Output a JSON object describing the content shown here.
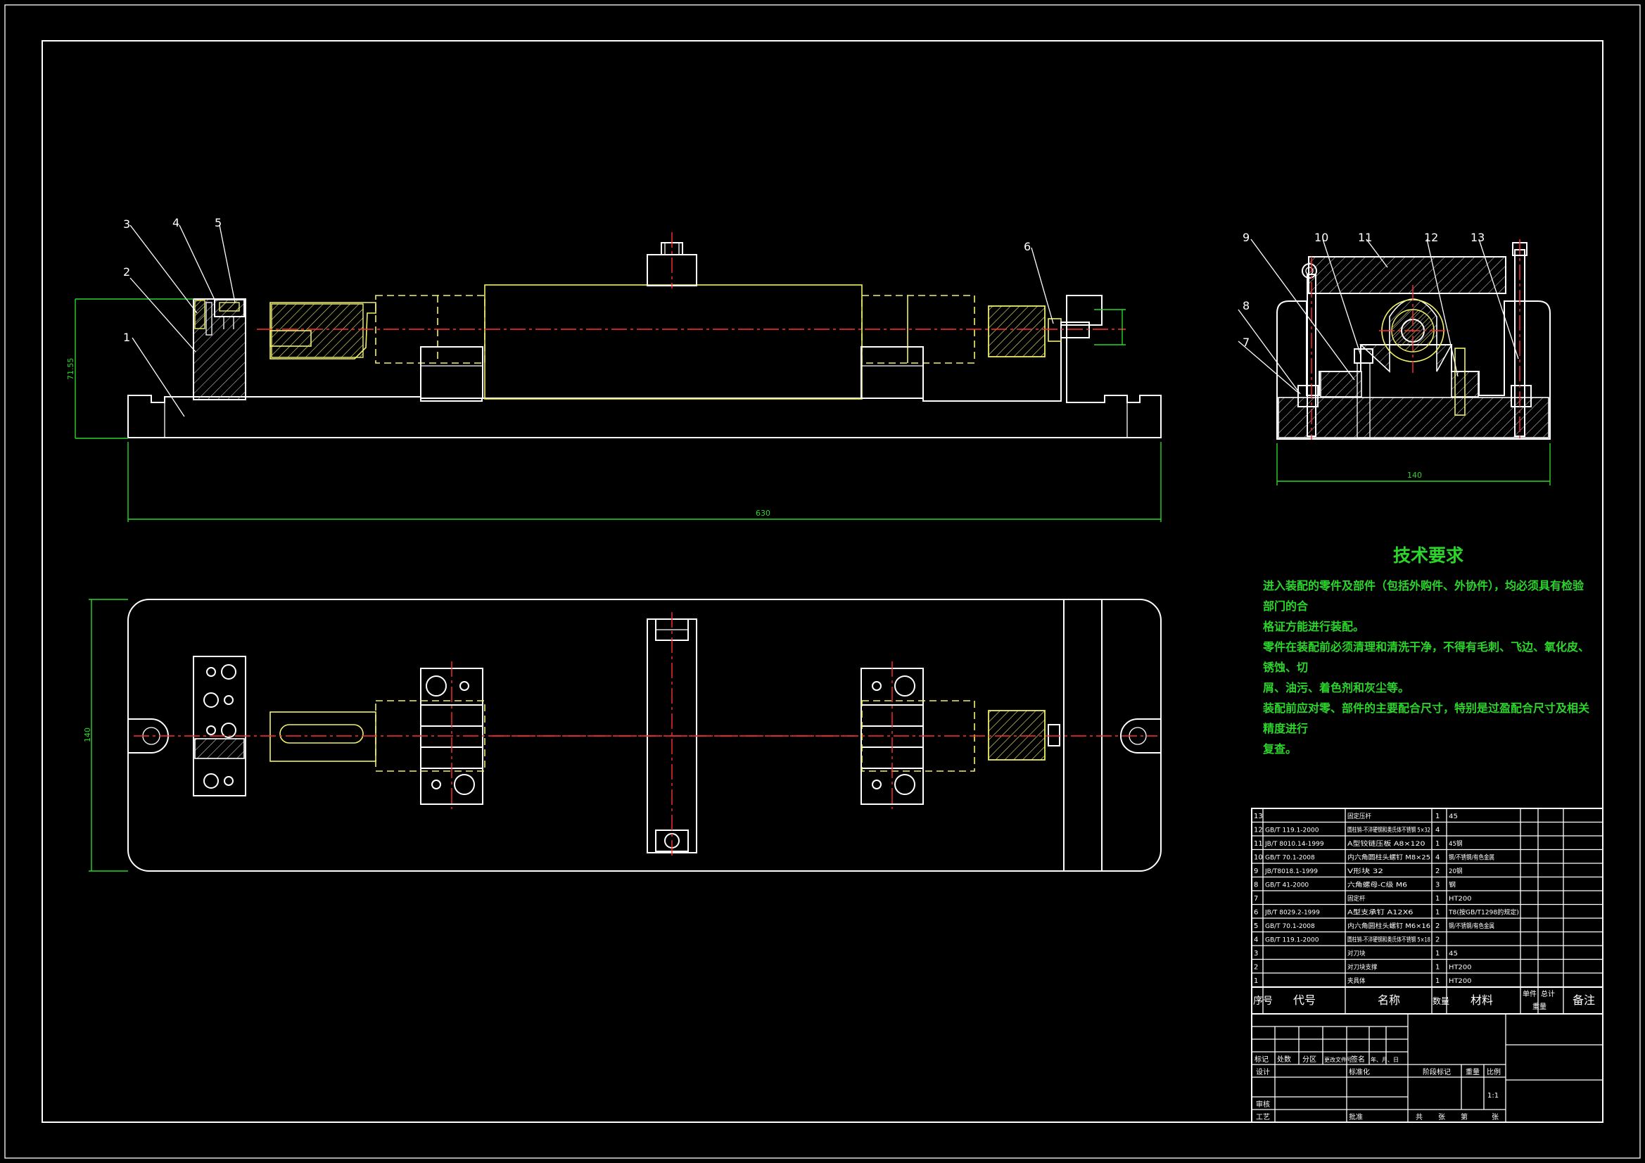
{
  "callouts": {
    "n1": "1",
    "n2": "2",
    "n3": "3",
    "n4": "4",
    "n5": "5",
    "n6": "6",
    "n7": "7",
    "n8": "8",
    "n9": "9",
    "n10": "10",
    "n11": "11",
    "n12": "12",
    "n13": "13"
  },
  "dimensions": {
    "height_front": "71.55",
    "length_front": "630",
    "width_side": "140",
    "width_top": "140"
  },
  "technical_requirements": {
    "title": "技术要求",
    "lines": [
      "进入装配的零件及部件（包括外购件、外协件），均必须具有检验部门的合",
      "格证方能进行装配。",
      "零件在装配前必须清理和清洗干净，不得有毛刺、飞边、氧化皮、锈蚀、切",
      "屑、油污、着色剂和灰尘等。",
      "装配前应对零、部件的主要配合尺寸，特别是过盈配合尺寸及相关精度进行",
      "复查。"
    ]
  },
  "bom": {
    "rows": [
      {
        "no": "13",
        "code": "",
        "name": "固定压杆",
        "qty": "1",
        "material": "45"
      },
      {
        "no": "12",
        "code": "GB/T 119.1-2000",
        "name": "圆柱销-不淬硬钢和奥氏体不锈钢 5×32",
        "qty": "4",
        "material": ""
      },
      {
        "no": "11",
        "code": "JB/T 8010.14-1999",
        "name": "A型铰链压板 A8×120",
        "qty": "1",
        "material": "45钢"
      },
      {
        "no": "10",
        "code": "GB/T 70.1-2008",
        "name": "内六角圆柱头螺钉 M8×25",
        "qty": "4",
        "material": "钢/不锈钢/有色金属"
      },
      {
        "no": "9",
        "code": "JB/T8018.1-1999",
        "name": "V形块 32",
        "qty": "2",
        "material": "20钢"
      },
      {
        "no": "8",
        "code": "GB/T 41-2000",
        "name": "六角螺母-C级 M6",
        "qty": "3",
        "material": "钢"
      },
      {
        "no": "7",
        "code": "",
        "name": "固定杆",
        "qty": "1",
        "material": "HT200"
      },
      {
        "no": "6",
        "code": "JB/T 8029.2-1999",
        "name": "A型支承钉 A12X6",
        "qty": "1",
        "material": "T8(按GB/T1298的规定)"
      },
      {
        "no": "5",
        "code": "GB/T 70.1-2008",
        "name": "内六角圆柱头螺钉 M6×16",
        "qty": "2",
        "material": "钢/不锈钢/有色金属"
      },
      {
        "no": "4",
        "code": "GB/T 119.1-2000",
        "name": "圆柱销-不淬硬钢和奥氏体不锈钢 5×18",
        "qty": "2",
        "material": ""
      },
      {
        "no": "3",
        "code": "",
        "name": "对刀块",
        "qty": "1",
        "material": "45"
      },
      {
        "no": "2",
        "code": "",
        "name": "对刀块支撑",
        "qty": "1",
        "material": "HT200"
      },
      {
        "no": "1",
        "code": "",
        "name": "夹具体",
        "qty": "1",
        "material": "HT200"
      }
    ],
    "header": {
      "no": "序号",
      "code": "代号",
      "name": "名称",
      "qty": "数量",
      "material": "材料",
      "unit_weight": "单件",
      "total_weight": "总计",
      "weight": "重量",
      "remark": "备注"
    }
  },
  "title_block": {
    "mark": "标记",
    "count": "处数",
    "zone": "分区",
    "change_doc": "更改文件号",
    "sign": "签名",
    "date": "年、月、日",
    "design": "设计",
    "standardize": "标准化",
    "stage_mark": "阶段标记",
    "weight": "重量",
    "scale": "比例",
    "scale_value": "1:1",
    "review": "审核",
    "process": "工艺",
    "approve": "批准",
    "total": "共",
    "sheets": "张",
    "sheet_no": "第",
    "sheet": "张"
  },
  "colors": {
    "background": "#000000",
    "outline": "#ffffff",
    "hidden": "#f2f26a",
    "dimension": "#2bd62b",
    "centerline": "#ff3030"
  }
}
